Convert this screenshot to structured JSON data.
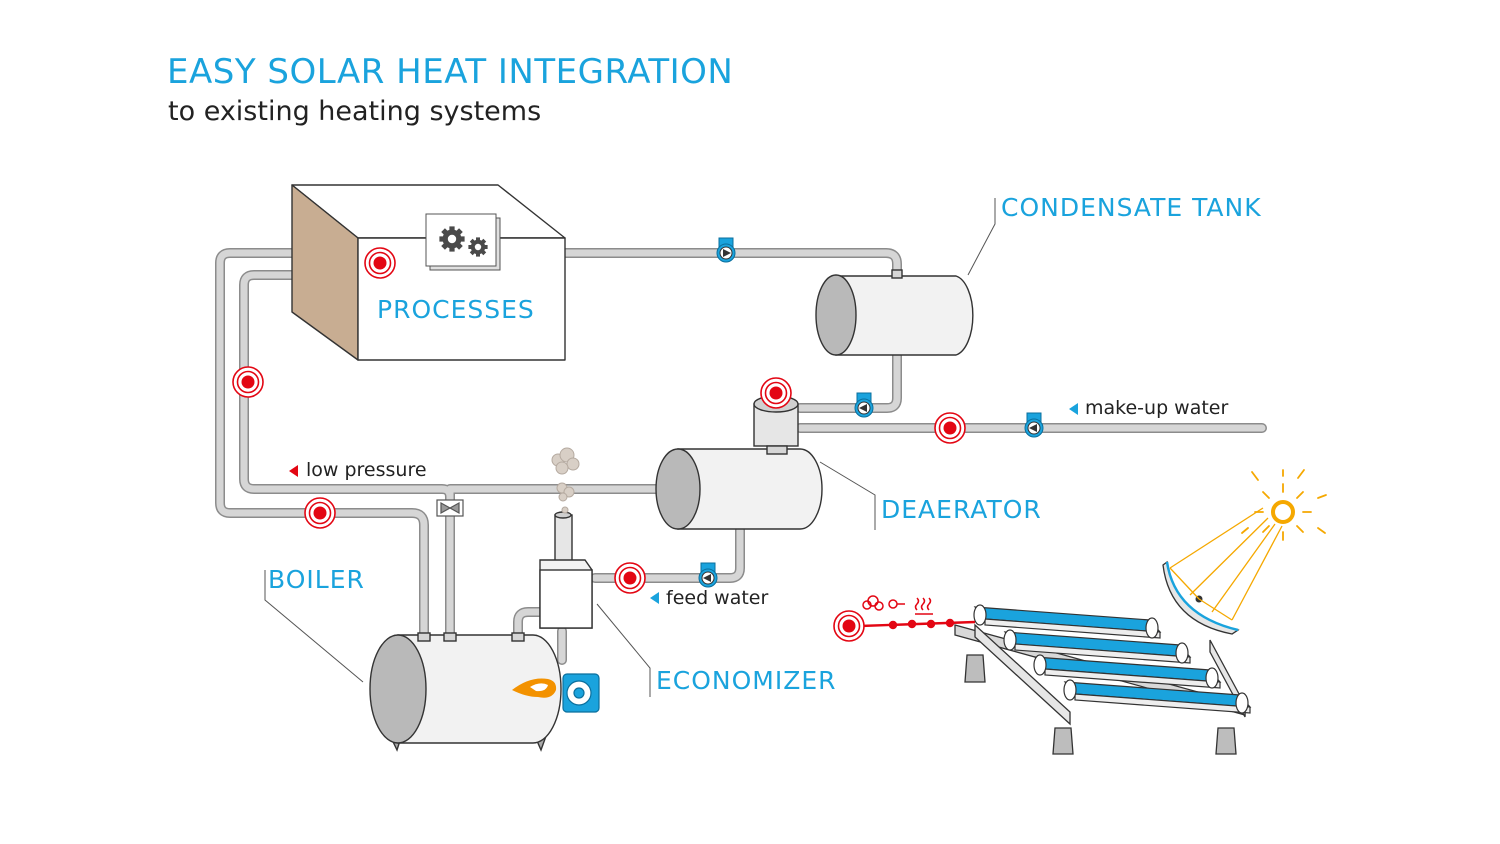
{
  "header": {
    "title": "EASY SOLAR HEAT INTEGRATION",
    "subtitle": "to existing heating systems"
  },
  "components": {
    "processes": "PROCESSES",
    "condensate_tank": "CONDENSATE TANK",
    "deaerator": "DEAERATOR",
    "boiler": "BOILER",
    "economizer": "ECONOMIZER"
  },
  "flows": {
    "makeup_water": "make-up water",
    "low_pressure": "low pressure",
    "feed_water": "feed water"
  },
  "colors": {
    "accent_blue": "#1aa3dd",
    "heat_point_red": "#e30613",
    "flame_orange": "#f39200",
    "sun_yellow": "#f5a800",
    "pipe_gray": "#cfcfcf",
    "wall_brown": "#c8ad92"
  },
  "icons": [
    "gears-icon",
    "pump-icon",
    "heat-point-icon",
    "flame-icon",
    "fan-icon",
    "sun-icon",
    "valve-icon",
    "steam-icon"
  ]
}
